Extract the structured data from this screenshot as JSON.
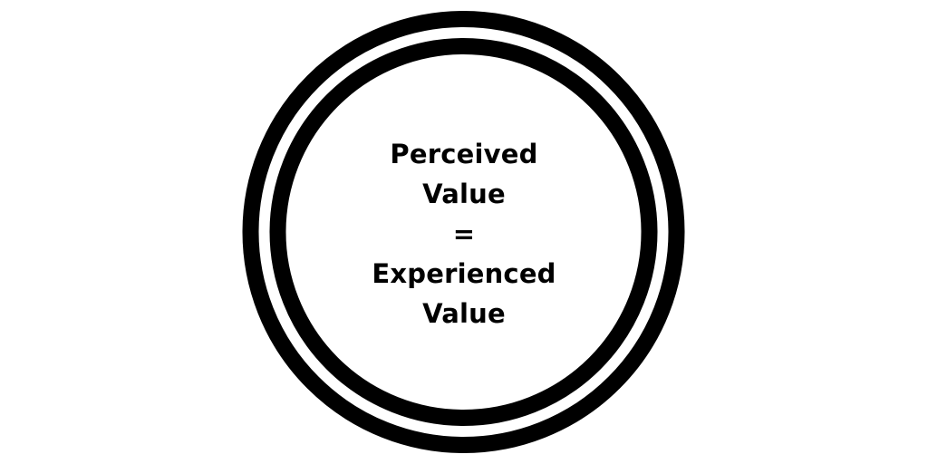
{
  "graphic": {
    "lines": [
      "Perceived",
      "Value",
      "=",
      "Experienced",
      "Value"
    ],
    "colors": {
      "background": "#ffffff",
      "ring": "#000000",
      "text": "#000000"
    }
  }
}
